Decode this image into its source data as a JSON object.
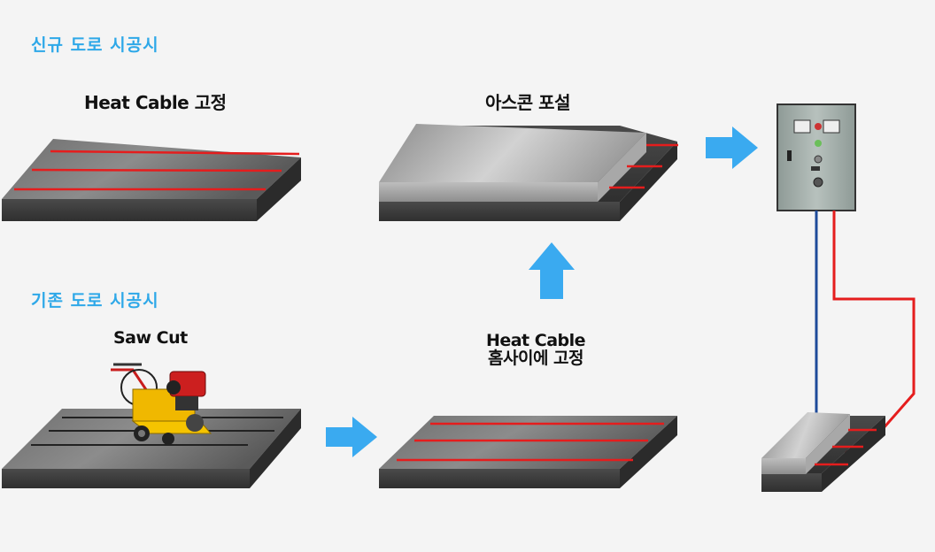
{
  "sections": {
    "new_road": "신규 도로 시공시",
    "existing_road": "기존 도로 시공시"
  },
  "steps": {
    "fix_cable": "Heat Cable 고정",
    "asphalt": "아스콘 포설",
    "saw_cut": "Saw Cut",
    "groove_line1": "Heat Cable",
    "groove_line2": "홈사이에 고정"
  },
  "colors": {
    "section_text": "#2ea8e8",
    "arrow": "#3aaaf0",
    "cable": "#e51d1d",
    "wire_blue": "#1e4b9a",
    "wire_red": "#e51d1d"
  }
}
